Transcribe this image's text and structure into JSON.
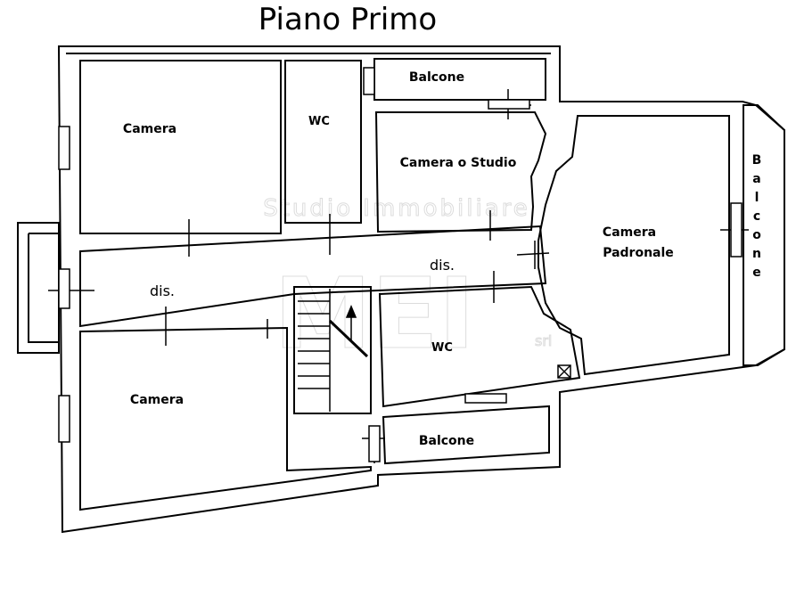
{
  "title": "Piano Primo",
  "watermark": {
    "text": "Studio Immobiliare",
    "logo": "MEI",
    "logo_suffix": "srl"
  },
  "rooms": {
    "camera_top": "Camera",
    "wc_top": "WC",
    "balcone_top": "Balcone",
    "camera_studio": "Camera o Studio",
    "camera_padronale_line1": "Camera",
    "camera_padronale_line2": "Padronale",
    "balcone_right": "Balcone",
    "dis_left": "dis.",
    "dis_right": "dis.",
    "wc_middle": "WC",
    "camera_bottom": "Camera",
    "balcone_bottom": "Balcone"
  },
  "colors": {
    "wall": "#000000",
    "background": "#ffffff",
    "watermark": "#d9d9d9"
  }
}
